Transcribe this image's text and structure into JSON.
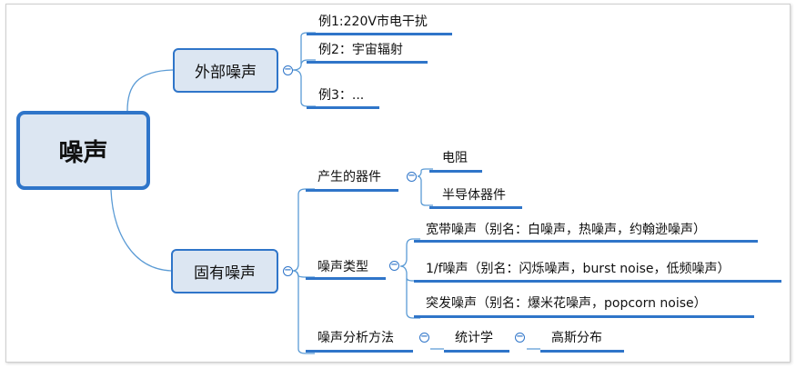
{
  "root": {
    "label": "噪声"
  },
  "external": {
    "label": "外部噪声",
    "collapse_glyph": "−",
    "examples": [
      "例1:220V市电干扰",
      "例2：宇宙辐射",
      "例3：..."
    ]
  },
  "inherent": {
    "label": "固有噪声",
    "collapse_glyph": "−",
    "sources": {
      "label": "产生的器件",
      "collapse_glyph": "−",
      "items": [
        "电阻",
        "半导体器件"
      ]
    },
    "types": {
      "label": "噪声类型",
      "collapse_glyph": "−",
      "items": [
        "宽带噪声（别名：白噪声，热噪声，约翰逊噪声）",
        "1/f噪声（别名：闪烁噪声，burst noise，低频噪声）",
        "突发噪声（别名：爆米花噪声，popcorn noise）"
      ]
    },
    "analysis": {
      "label": "噪声分析方法",
      "collapse_glyph": "−",
      "method": "统计学",
      "method_collapse_glyph": "−",
      "distribution": "高斯分布"
    }
  },
  "colors": {
    "accent": "#2f75c9",
    "box_fill": "#dce6f2",
    "connector": "#5b9bd5"
  }
}
